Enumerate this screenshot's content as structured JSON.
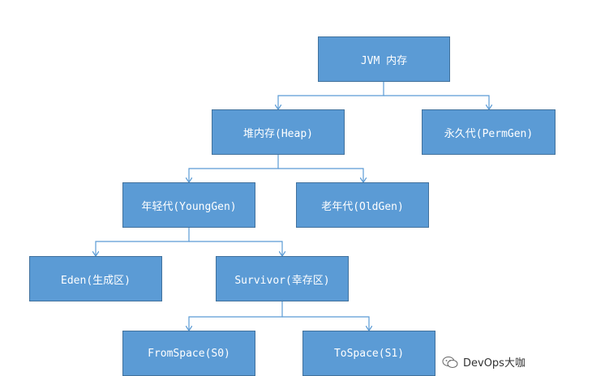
{
  "diagram": {
    "nodes": {
      "jvm_memory": "JVM 内存",
      "heap": "堆内存(Heap)",
      "perm_gen": "永久代(PermGen)",
      "young_gen": "年轻代(YoungGen)",
      "old_gen": "老年代(OldGen)",
      "eden": "Eden(生成区)",
      "survivor": "Survivor(幸存区)",
      "from_space": "FromSpace(S0)",
      "to_space": "ToSpace(S1)"
    },
    "colors": {
      "node_fill": "#5b9bd5",
      "node_border": "#41719c",
      "connector": "#5b9bd5"
    }
  },
  "watermark": {
    "text": "DevOps大咖",
    "icon": "wechat-icon"
  }
}
